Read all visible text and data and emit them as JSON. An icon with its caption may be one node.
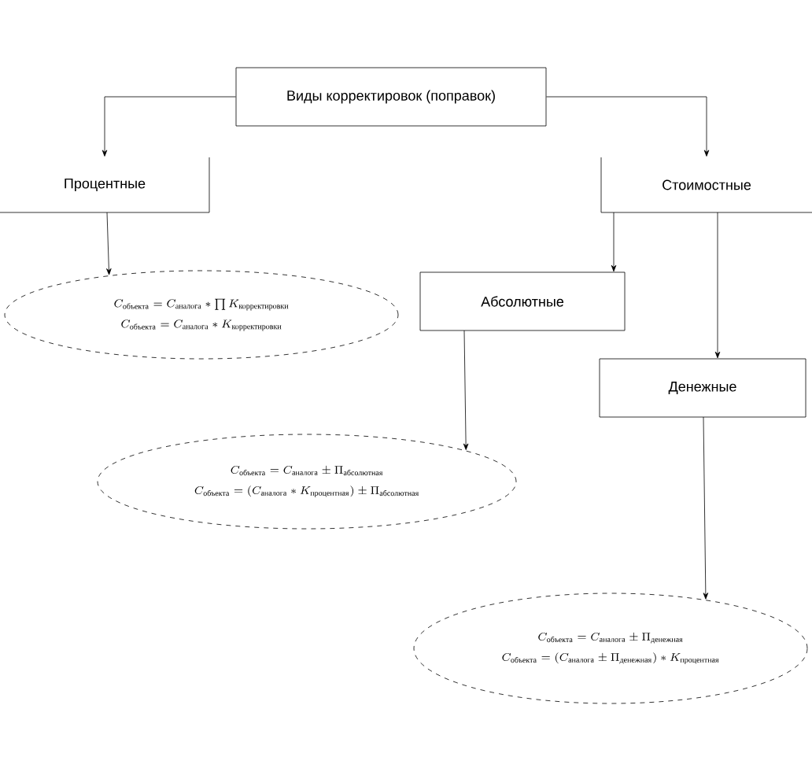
{
  "diagram": {
    "nodes": [
      {
        "text": [
          "Виды корректировок (поправок)"
        ]
      },
      {
        "text": [
          "Процентные"
        ]
      },
      {
        "text": [
          "Стоимостные"
        ]
      },
      {
        "text": [
          "Абсолютные"
        ]
      },
      {
        "text": [
          "Денежные"
        ]
      },
      {
        "text": [
          "C_{\\text{объекта}} = C_{\\text{аналога}} * \\prod K_{\\text{корректировки}}",
          "C_{\\text{объекта}} = C_{\\text{аналога}} * K_{\\text{корректировки}}"
        ]
      },
      {
        "text": [
          "C_{\\text{объекта}} = C_{\\text{аналога}} \\pm \\Pi_{\\text{абсолютная}}",
          "C_{\\text{объекта}} = \\left(C_{\\text{аналога}} * K_{\\text{процентная}}\\right) \\pm \\Pi_{\\text{абсолютная}}"
        ]
      },
      {
        "text": [
          "C_{\\text{объекта}} = C_{\\text{аналога}} \\pm \\Pi_{\\text{денежная}}",
          "C_{\\text{объекта}} = \\left(C_{\\text{аналога}} \\pm \\Pi_{\\text{денежная}}\\right) * K_{\\text{процентная}}"
        ]
      }
    ],
    "edges": [
      {
        "from": 0,
        "to": 1,
        "arrow": "to"
      },
      {
        "from": 0,
        "to": 2,
        "arrow": "to"
      },
      {
        "from": 1,
        "to": 5,
        "arrow": "to"
      },
      {
        "from": 2,
        "to": 3,
        "arrow": "to"
      },
      {
        "from": 2,
        "to": 4,
        "arrow": "to"
      },
      {
        "from": 3,
        "to": 6,
        "arrow": "to"
      },
      {
        "from": 4,
        "to": 7,
        "arrow": "to"
      }
    ]
  }
}
